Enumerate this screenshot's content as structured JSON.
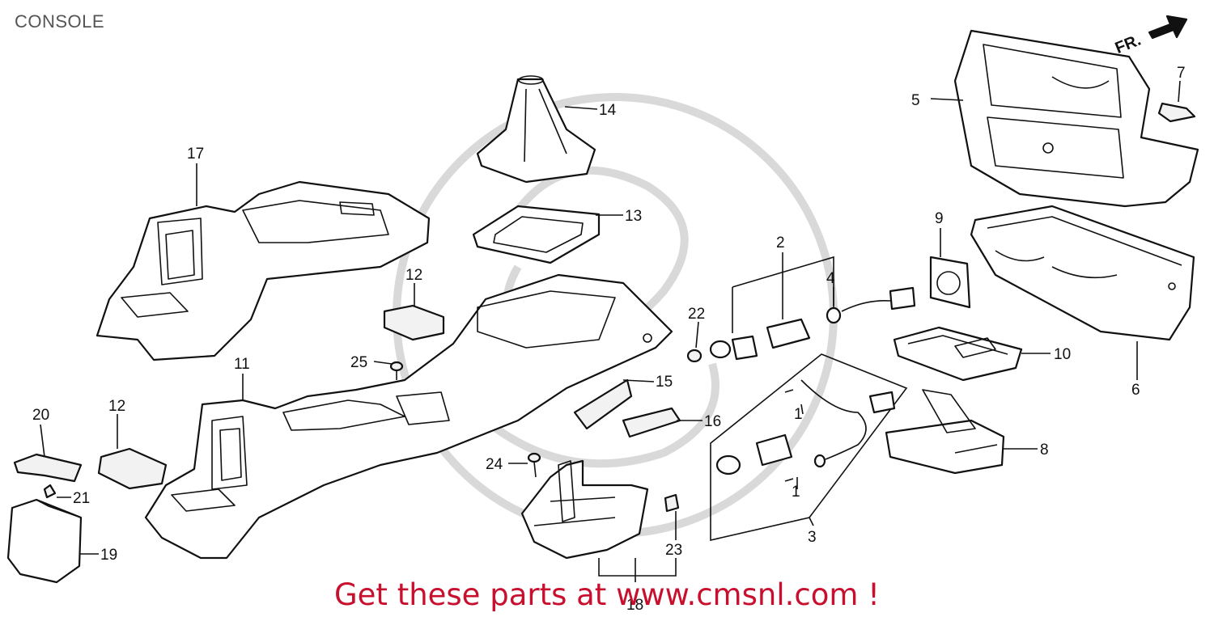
{
  "diagram": {
    "title": "CONSOLE",
    "direction_label": "FR.",
    "promo_text": "Get these parts at www.cmsnl.com !",
    "callouts": [
      "1",
      "1",
      "2",
      "3",
      "4",
      "5",
      "6",
      "7",
      "8",
      "9",
      "10",
      "11",
      "12",
      "12",
      "13",
      "14",
      "15",
      "16",
      "17",
      "18",
      "19",
      "20",
      "21",
      "22",
      "23",
      "24",
      "25"
    ],
    "colors": {
      "promo": "#c8102e",
      "title": "#555555",
      "watermark": "#d9d9d9",
      "ink": "#111111"
    }
  }
}
